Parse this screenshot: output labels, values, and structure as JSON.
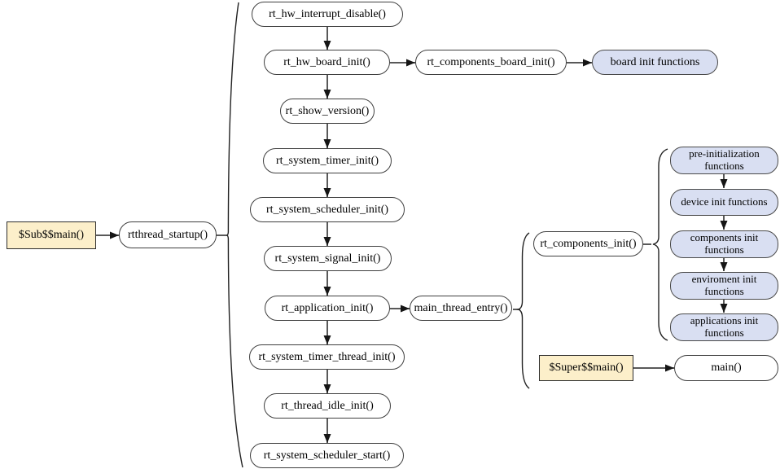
{
  "diagram_type": "flowchart",
  "colors": {
    "background": "#ffffff",
    "node_border": "#3f3f3f",
    "node_fill_white": "#ffffff",
    "node_fill_blue": "#d9dff2",
    "node_fill_tan": "#fcefca",
    "connector_line": "#595959",
    "arrowhead": "#151515",
    "brace": "#222222"
  },
  "nodes": {
    "sub_main": {
      "label": "$Sub$$main()"
    },
    "rtthread_startup": {
      "label": "rtthread_startup()"
    },
    "rt_hw_interrupt_disable": {
      "label": "rt_hw_interrupt_disable()"
    },
    "rt_hw_board_init": {
      "label": "rt_hw_board_init()"
    },
    "rt_components_board_init": {
      "label": "rt_components_board_init()"
    },
    "board_init_functions": {
      "label": "board init functions"
    },
    "rt_show_version": {
      "label": "rt_show_version()"
    },
    "rt_system_timer_init": {
      "label": "rt_system_timer_init()"
    },
    "rt_system_scheduler_init": {
      "label": "rt_system_scheduler_init()"
    },
    "rt_system_signal_init": {
      "label": "rt_system_signal_init()"
    },
    "rt_application_init": {
      "label": "rt_application_init()"
    },
    "main_thread_entry": {
      "label": "main_thread_entry()"
    },
    "rt_system_timer_thread_init": {
      "label": "rt_system_timer_thread_init()"
    },
    "rt_thread_idle_init": {
      "label": "rt_thread_idle_init()"
    },
    "rt_system_scheduler_start": {
      "label": "rt_system_scheduler_start()"
    },
    "rt_components_init": {
      "label": "rt_components_init()"
    },
    "super_main": {
      "label": "$Super$$main()"
    },
    "main": {
      "label": "main()"
    },
    "pre_initialization_functions": {
      "label": "pre-initialization functions"
    },
    "device_init_functions": {
      "label": "device init functions"
    },
    "components_init_functions": {
      "label": "components init functions"
    },
    "enviroment_init_functions": {
      "label": "enviroment init functions"
    },
    "applications_init_functions": {
      "label": "applications init functions"
    }
  }
}
